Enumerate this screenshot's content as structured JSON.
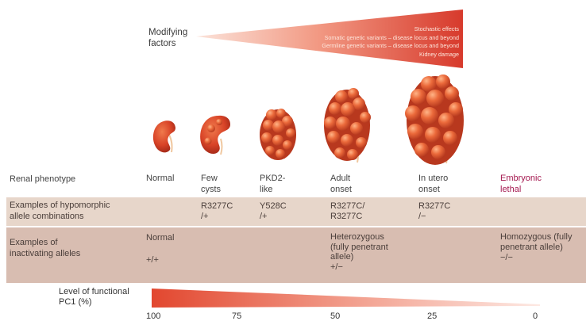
{
  "modifying_factors": {
    "label": [
      "Modifying",
      "factors"
    ],
    "items": [
      "Stochastic effects",
      "Somatic genetic variants – disease locus and beyond",
      "Germline genetic variants – disease locus and beyond",
      "Kidney damage"
    ]
  },
  "renal_phenotype": {
    "label": "Renal phenotype",
    "columns": [
      {
        "lines": [
          "Normal"
        ]
      },
      {
        "lines": [
          "Few",
          "cysts"
        ]
      },
      {
        "lines": [
          "PKD2-",
          "like"
        ]
      },
      {
        "lines": [
          "Adult",
          "onset"
        ]
      },
      {
        "lines": [
          "In utero",
          "onset"
        ]
      },
      {
        "lines": [
          "Embryonic",
          "lethal"
        ]
      }
    ]
  },
  "hypomorphic_row": {
    "label": [
      "Examples of hypomorphic",
      "allele combinations"
    ],
    "cells": [
      {
        "lines": [
          "R3277C",
          "/+"
        ]
      },
      {
        "lines": [
          "Y528C",
          "/+"
        ]
      },
      {
        "lines": [
          "R3277C/",
          "R3277C"
        ]
      },
      {
        "lines": [
          "R3277C",
          "/−"
        ]
      }
    ]
  },
  "inactivating_row": {
    "label": [
      "Examples of",
      "inactivating alleles"
    ],
    "cells": [
      {
        "lines": [
          "Normal",
          "",
          "+/+"
        ]
      },
      {
        "lines": [
          "Heterozygous",
          "(fully penetrant",
          "allele)",
          "+/−"
        ]
      },
      {
        "lines": [
          "Homozygous (fully",
          "penetrant allele)",
          "−/−"
        ]
      }
    ]
  },
  "pc1_level": {
    "label": [
      "Level of functional",
      "PC1 (%)"
    ],
    "ticks": [
      "100",
      "75",
      "50",
      "25",
      "0"
    ]
  },
  "colors": {
    "wedge_light": "#fbdcd2",
    "wedge_dark": "#d9332a",
    "band_hypomorphic": "#e7d6ca",
    "band_inactivating": "#d8bdb1",
    "embryonic_text": "#a4184f",
    "kidney": "#d4452a"
  }
}
